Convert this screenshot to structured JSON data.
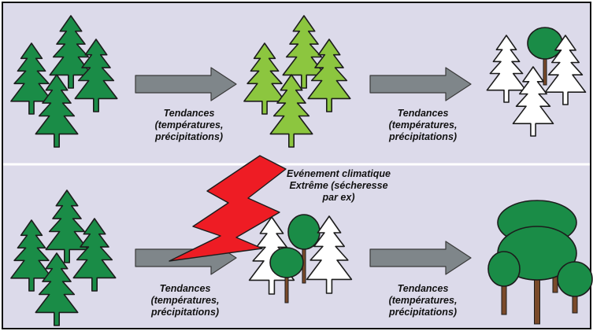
{
  "captions": {
    "top_arrow_1": [
      "Tendances",
      "(températures,",
      "précipitations)"
    ],
    "top_arrow_2": [
      "Tendances",
      "(températures,",
      "précipitations)"
    ],
    "bottom_arrow_1": [
      "Tendances",
      "(températures,",
      "précipitations)"
    ],
    "bottom_arrow_2": [
      "Tendances",
      "(températures,",
      "précipitations)"
    ],
    "extreme_event": [
      "Evénement climatique",
      "Extrême (sécheresse",
      "par ex)"
    ]
  },
  "colors": {
    "background": "#dcdaea",
    "frame": "#111111",
    "divider": "#ffffff",
    "conifer_dark_green": "#1a8c47",
    "conifer_light_green": "#8cc63f",
    "conifer_dead_white": "#ffffff",
    "broadleaf_crown": "#1a8c47",
    "trunk": "#7a4a2a",
    "arrow_fill": "#7f868a",
    "lightning_fill": "#ee1c24"
  }
}
